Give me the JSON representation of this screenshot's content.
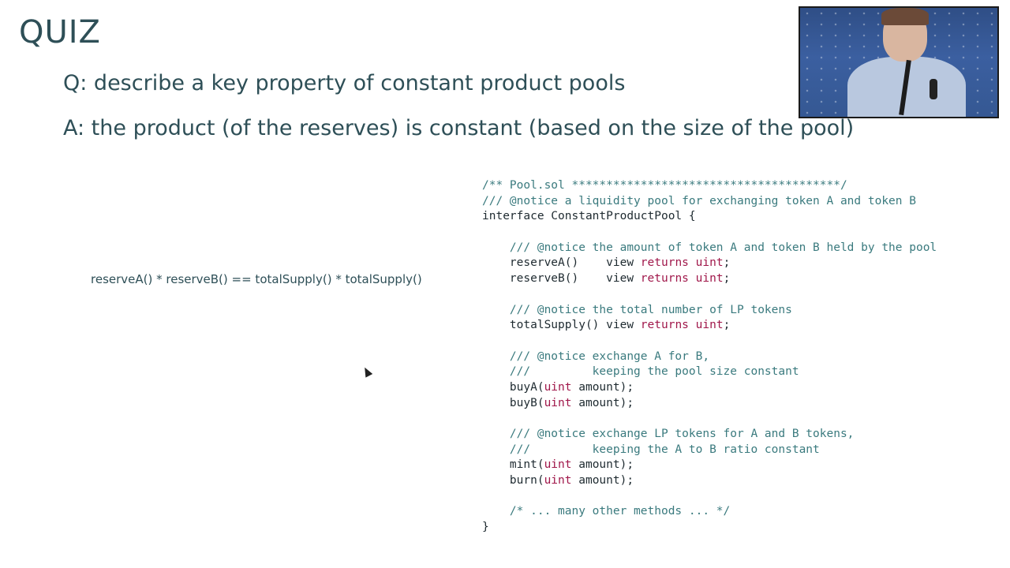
{
  "slide": {
    "title": "QUIZ",
    "question": "Q: describe a key property of constant product pools",
    "answer": "A: the product (of the reserves) is constant (based on the size of the pool)",
    "equation": "reserveA() * reserveB() == totalSupply() * totalSupply()"
  },
  "code": {
    "lines": [
      "/** Pool.sol ***************************************/",
      "/// @notice a liquidity pool for exchanging token A and token B",
      "interface ConstantProductPool {",
      "",
      "    /// @notice the amount of token A and token B held by the pool",
      "    reserveA()    view returns uint;",
      "    reserveB()    view returns uint;",
      "",
      "    /// @notice the total number of LP tokens",
      "    totalSupply() view returns uint;",
      "",
      "    /// @notice exchange A for B,",
      "    ///         keeping the pool size constant",
      "    buyA(uint amount);",
      "    buyB(uint amount);",
      "",
      "    /// @notice exchange LP tokens for A and B tokens,",
      "    ///         keeping the A to B ratio constant",
      "    mint(uint amount);",
      "    burn(uint amount);",
      "",
      "    /* ... many other methods ... */",
      "}"
    ]
  },
  "colors": {
    "heading": "#2e4f57",
    "comment": "#3a7a7e",
    "keyword": "#a0174a"
  }
}
